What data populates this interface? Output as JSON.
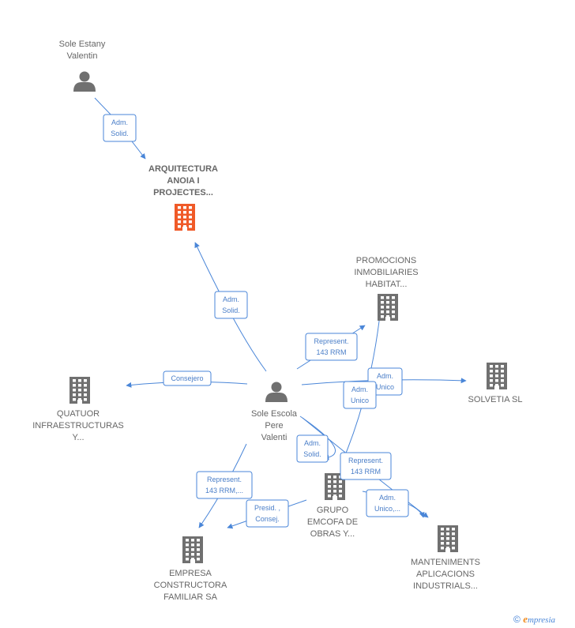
{
  "colors": {
    "edge": "#4a86d8",
    "person": "#707070",
    "company": "#707070",
    "highlight": "#f05a28"
  },
  "nodes": {
    "sole_estany": {
      "type": "person",
      "lines": [
        "Sole Estany",
        "Valentin"
      ]
    },
    "arquitectura": {
      "type": "company",
      "highlight": true,
      "lines": [
        "ARQUITECTURA",
        "ANOIA I",
        "PROJECTES..."
      ]
    },
    "promocions": {
      "type": "company",
      "lines": [
        "PROMOCIONS",
        "INMOBILIARIES",
        "HABITAT..."
      ]
    },
    "solvetia": {
      "type": "company",
      "lines": [
        "SOLVETIA SL"
      ]
    },
    "quatuor": {
      "type": "company",
      "lines": [
        "QUATUOR",
        "INFRAESTRUCTURAS",
        "Y..."
      ]
    },
    "sole_escola": {
      "type": "person",
      "lines": [
        "Sole Escola",
        "Pere",
        "Valenti"
      ]
    },
    "grupo": {
      "type": "company",
      "lines": [
        "GRUPO",
        "EMCOFA DE",
        "OBRAS Y..."
      ]
    },
    "empresa": {
      "type": "company",
      "lines": [
        "EMPRESA",
        "CONSTRUCTORA",
        "FAMILIAR SA"
      ]
    },
    "manteniments": {
      "type": "company",
      "lines": [
        "MANTENIMENTS",
        "APLICACIONS",
        "INDUSTRIALS..."
      ]
    }
  },
  "edges": [
    {
      "label": [
        "Adm.",
        "Solid."
      ]
    },
    {
      "label": [
        "Adm.",
        "Solid."
      ]
    },
    {
      "label": [
        "Represent.",
        "143 RRM"
      ]
    },
    {
      "label": [
        "Adm.",
        "Unico"
      ]
    },
    {
      "label": [
        "Adm.",
        "Unico"
      ]
    },
    {
      "label": [
        "Consejero"
      ]
    },
    {
      "label": [
        "Adm.",
        "Solid."
      ]
    },
    {
      "label": [
        "Represent.",
        "143 RRM"
      ]
    },
    {
      "label": [
        "Represent.",
        "143 RRM,..."
      ]
    },
    {
      "label": [
        "Presid. ,",
        "Consej."
      ]
    },
    {
      "label": [
        "Adm.",
        "Unico,..."
      ]
    }
  ],
  "footer": {
    "copyright_symbol": "©",
    "brand_initial": "e",
    "brand_rest": "mpresia"
  }
}
